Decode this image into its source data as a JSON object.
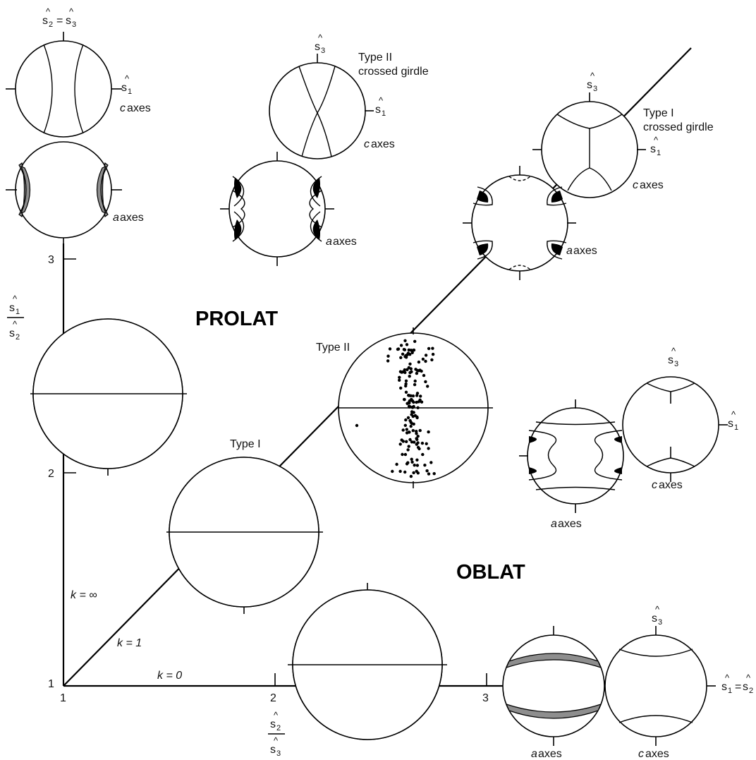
{
  "labels": {
    "prolat": "PROLAT",
    "oblat": "OBLAT",
    "type_ii_crossed_girdle_line1": "Type II",
    "type_ii_crossed_girdle_line2": "crossed girdle",
    "type_i_crossed_girdle_line1": "Type I",
    "type_i_crossed_girdle_line2": "crossed girdle",
    "type_ii": "Type II",
    "type_i": "Type I",
    "c_axes_prefix": "c",
    "a_axes_prefix": "a",
    "axes_word": " axes",
    "k_inf": "k = ∞",
    "k_one": "k = 1",
    "k_zero": "k = 0"
  },
  "axis_labels": {
    "s_symbol": "s",
    "hat": "^",
    "sub1": "1",
    "sub2": "2",
    "sub3": "3",
    "equals": "="
  },
  "axes": {
    "x_ticks": [
      "1",
      "2",
      "3"
    ],
    "y_ticks": [
      "1",
      "2",
      "3"
    ],
    "origin_label_x": "1",
    "origin_label_y": "1"
  },
  "colors": {
    "ink": "#000000",
    "light_gray": "#a9a9a9",
    "mid_gray": "#6f6f6f",
    "dark_gray": "#2e2e2e",
    "background": "#ffffff"
  }
}
